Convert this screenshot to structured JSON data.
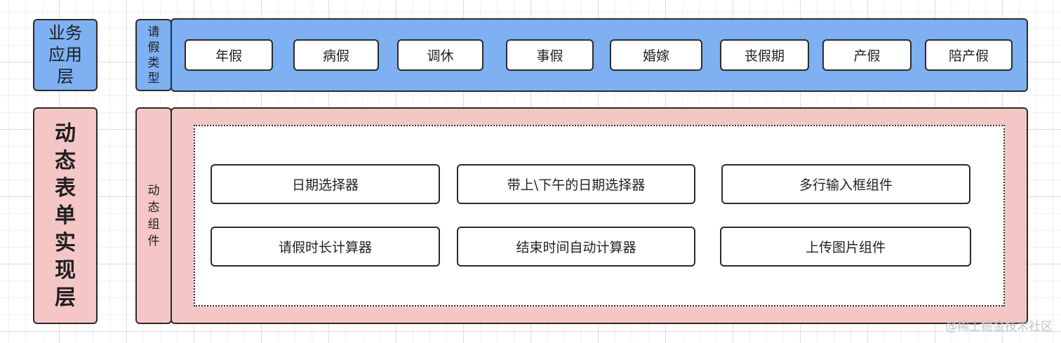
{
  "layers": {
    "app": {
      "label": "业务应用层"
    },
    "impl": {
      "label": "动态表单实现层"
    }
  },
  "leave_types": {
    "label": "请假类型",
    "items": [
      "年假",
      "病假",
      "调休",
      "事假",
      "婚嫁",
      "丧假期",
      "产假",
      "陪产假"
    ]
  },
  "dynamic_components": {
    "label": "动态组件",
    "items": [
      "日期选择器",
      "带上\\下午的日期选择器",
      "多行输入框组件",
      "请假时长计算器",
      "结束时间自动计算器",
      "上传图片组件"
    ]
  },
  "colors": {
    "app_layer": "#7eb0f2",
    "impl_layer": "#f5c6c6",
    "border": "#2b2b2b"
  },
  "watermark": "@稀土掘金技术社区"
}
